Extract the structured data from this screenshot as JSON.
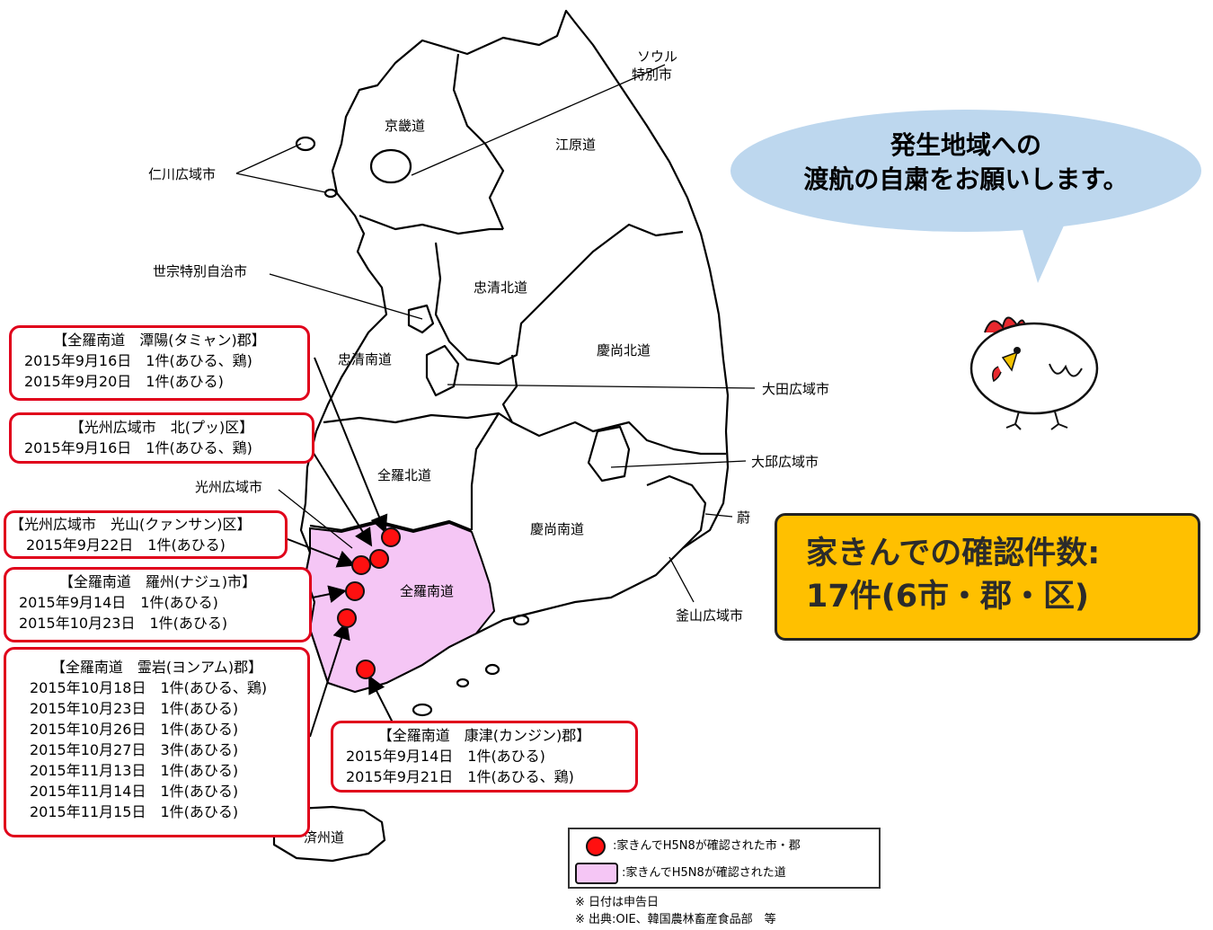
{
  "regions": {
    "gyeonggi": "京畿道",
    "gangwon": "江原道",
    "chungbuk": "忠清北道",
    "chungnam": "忠清南道",
    "gyeongbuk": "慶尚北道",
    "jeonbuk": "全羅北道",
    "jeonnam": "全羅南道",
    "gyeongnam": "慶尚南道",
    "jeju": "済州道"
  },
  "cities": {
    "seoul_line1": "ソウル",
    "seoul_line2": "特別市",
    "incheon": "仁川広域市",
    "sejong": "世宗特別自治市",
    "daejeon": "大田広域市",
    "daegu": "大邱広域市",
    "ulsan": "蔚",
    "busan": "釜山広域市",
    "gwangju": "光州広域市"
  },
  "outbreaks": {
    "damyang": {
      "title": "【全羅南道　潭陽(タミャン)郡】",
      "rows": [
        "2015年9月16日　1件(あひる、鶏)",
        "2015年9月20日　1件(あひる)"
      ]
    },
    "gwangju_buk": {
      "title": "【光州広域市　北(プッ)区】",
      "rows": [
        "2015年9月16日　1件(あひる、鶏)"
      ]
    },
    "gwangju_gwangsan": {
      "title": "【光州広域市　光山(クァンサン)区】",
      "rows": [
        "2015年9月22日　1件(あひる)"
      ]
    },
    "naju": {
      "title": "【全羅南道　羅州(ナジュ)市】",
      "rows": [
        "2015年9月14日　1件(あひる)",
        "2015年10月23日　1件(あひる)"
      ]
    },
    "yeongam": {
      "title": "【全羅南道　霊岩(ヨンアム)郡】",
      "rows": [
        "2015年10月18日　1件(あひる、鶏)",
        "2015年10月23日　1件(あひる)",
        "2015年10月26日　1件(あひる)",
        "2015年10月27日　3件(あひる)",
        "2015年11月13日　1件(あひる)",
        "2015年11月14日　1件(あひる)",
        "2015年11月15日　1件(あひる)"
      ]
    },
    "gangjin": {
      "title": "【全羅南道　康津(カンジン)郡】",
      "rows": [
        "2015年9月14日　1件(あひる)",
        "2015年9月21日　1件(あひる、鶏)"
      ]
    }
  },
  "bubble": {
    "line1": "発生地域への",
    "line2": "渡航の自粛をお願いします。"
  },
  "count_box": {
    "line1": "家きんでの確認件数:",
    "line2": "17件(6市・郡・区)"
  },
  "legend": {
    "dot_label": ":家きんでH5N8が確認された市・郡",
    "area_label": ":家きんでH5N8が確認された道"
  },
  "notes": {
    "date_note": "※ 日付は申告日",
    "source_note": "※ 出典:OIE、韓国農林畜産食品部　等"
  },
  "colors": {
    "outbreak_province_fill": "#f5c6f5",
    "outbreak_dot": "#ff1010",
    "box_border": "#e0001b",
    "count_box_fill": "#ffc000",
    "bubble_fill": "#bdd7ee"
  }
}
